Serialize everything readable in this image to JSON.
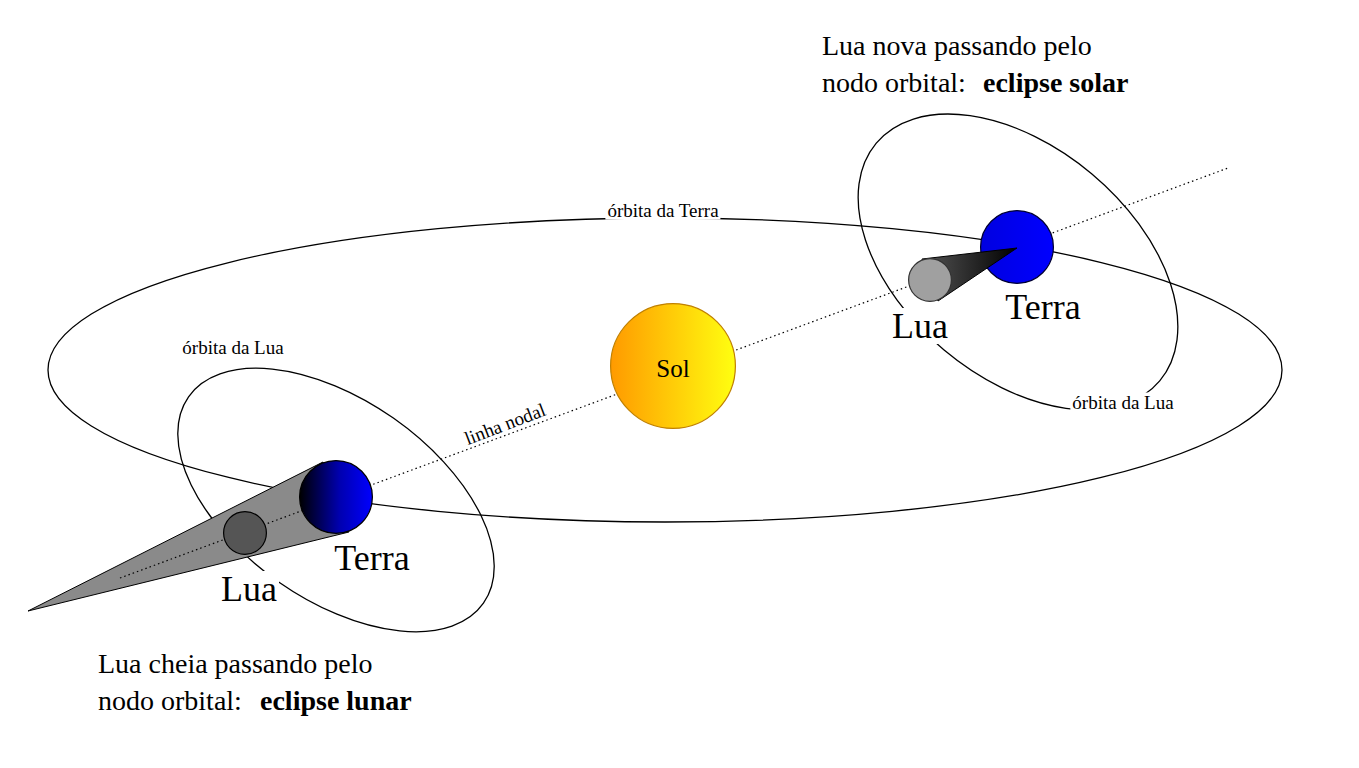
{
  "diagram": {
    "nodes": [
      {
        "text": [
          "Sol"
        ]
      },
      {
        "text": [
          "Terra"
        ]
      },
      {
        "text": [
          "Lua"
        ]
      },
      {
        "text": [
          "Terra"
        ]
      },
      {
        "text": [
          "Lua"
        ]
      }
    ],
    "labels": [
      "Lua nova passando pelo nodo orbital:",
      "eclipse solar",
      "órbita da Terra",
      "órbita da Lua",
      "linha nodal",
      "órbita da Lua",
      "Lua cheia passando pelo nodo orbital:",
      "eclipse lunar"
    ]
  }
}
